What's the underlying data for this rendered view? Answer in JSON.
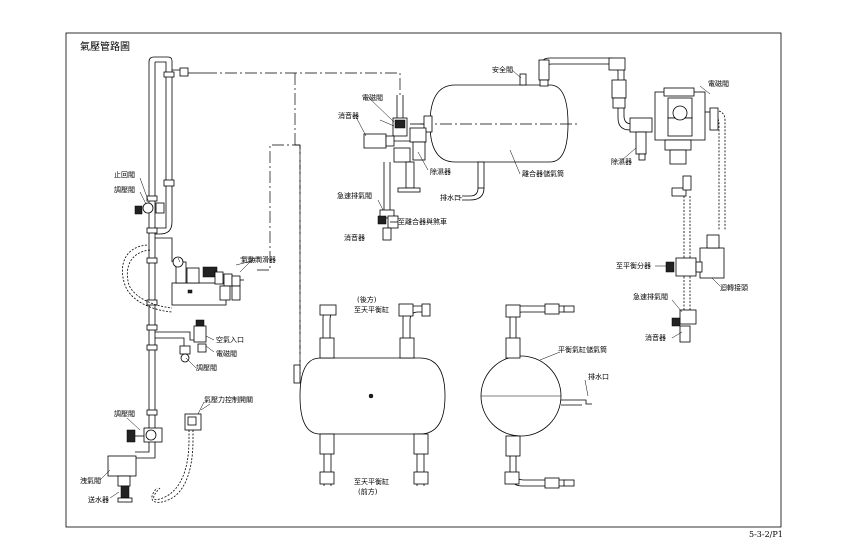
{
  "title": "氣壓管路圖",
  "page_number": "5-3-2/P1",
  "labels": {
    "check_valve_top": "止回閥",
    "regulator_left": "調壓閥",
    "lubricator_unit": "氣動潤滑器",
    "air_inlet": "空氣入口",
    "solenoid_left": "電磁閥",
    "regulator_mid": "調壓閥",
    "regulator_bottom": "調壓閥",
    "pressure_switch": "氣壓力控制開關",
    "drain_valve": "洩氣閥",
    "air_supply": "送水器",
    "solenoid_tank": "電磁閥",
    "silencer_left": "消音器",
    "filter_tank": "除濕器",
    "quick_exhaust_left": "急速排氣閥",
    "clutch_brake": "至離合器與煞車",
    "silencer_left2": "消音器",
    "drain_port_tank": "排水口",
    "composite_tank": "離合器儲氣筒",
    "safety_valve": "安全閥",
    "solenoid_right": "電磁閥",
    "filter_right": "除濕器",
    "to_balancer": "至平衡分器",
    "rotary_joint": "迴轉接頭",
    "quick_exhaust_right": "急速排氣閥",
    "silencer_right": "消音器",
    "balance_top_note": "(後方)",
    "balance_top": "至天平衡缸",
    "balance_bottom": "至天平衡缸",
    "balance_bottom_note": "(前方)",
    "balance_tank_right": "平衡氣缸儲氣筒",
    "drain_port_right": "排水口"
  }
}
